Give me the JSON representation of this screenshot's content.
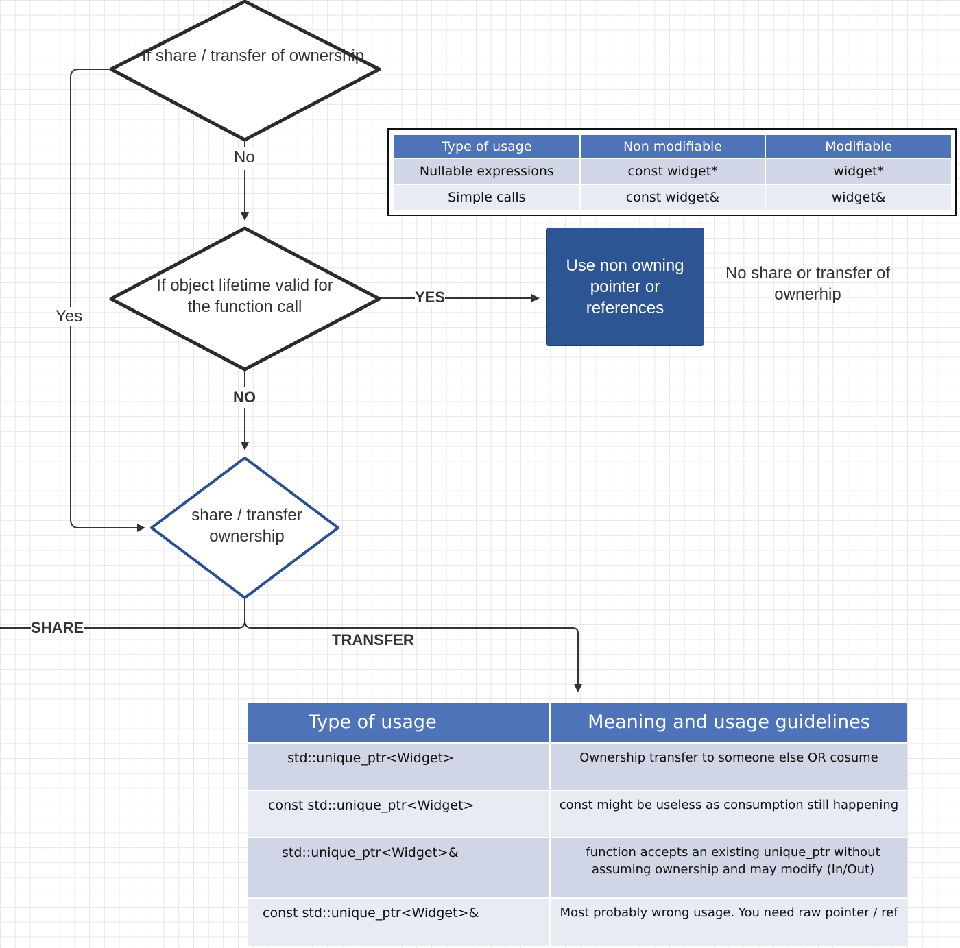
{
  "decisions": {
    "ownership_check": "If share / transfer of ownership",
    "lifetime_check": "If object lifetime valid for the function call",
    "share_transfer": "share / transfer ownership"
  },
  "edge_labels": {
    "no": "No",
    "yes": "Yes",
    "yes_caps": "YES",
    "no_caps": "NO",
    "share": "SHARE",
    "transfer": "TRANSFER"
  },
  "result_box": "Use non owning pointer or references",
  "note": "No share or transfer of ownerhip",
  "usage_table": {
    "headers": [
      "Type of usage",
      "Non modifiable",
      "Modifiable"
    ],
    "rows": [
      [
        "Nullable expressions",
        "const widget*",
        "widget*"
      ],
      [
        "Simple calls",
        "const widget&",
        "widget&"
      ]
    ]
  },
  "guidelines_table": {
    "headers": [
      "Type of usage",
      "Meaning and usage guidelines"
    ],
    "rows": [
      [
        "std::unique_ptr<Widget>",
        "Ownership transfer to someone else OR cosume"
      ],
      [
        "const std::unique_ptr<Widget>",
        "const might be useless as consumption still happening"
      ],
      [
        "std::unique_ptr<Widget>&",
        "function accepts an existing unique_ptr without assuming ownership and may modify (In/Out)"
      ],
      [
        "const std::unique_ptr<Widget>&",
        "Most probably wrong usage. You need raw pointer / ref"
      ]
    ]
  },
  "colors": {
    "decision_stroke": "#2b2b2b",
    "highlight_stroke": "#2b5192",
    "box_fill": "#2e5593",
    "table_header": "#4f73b8"
  }
}
